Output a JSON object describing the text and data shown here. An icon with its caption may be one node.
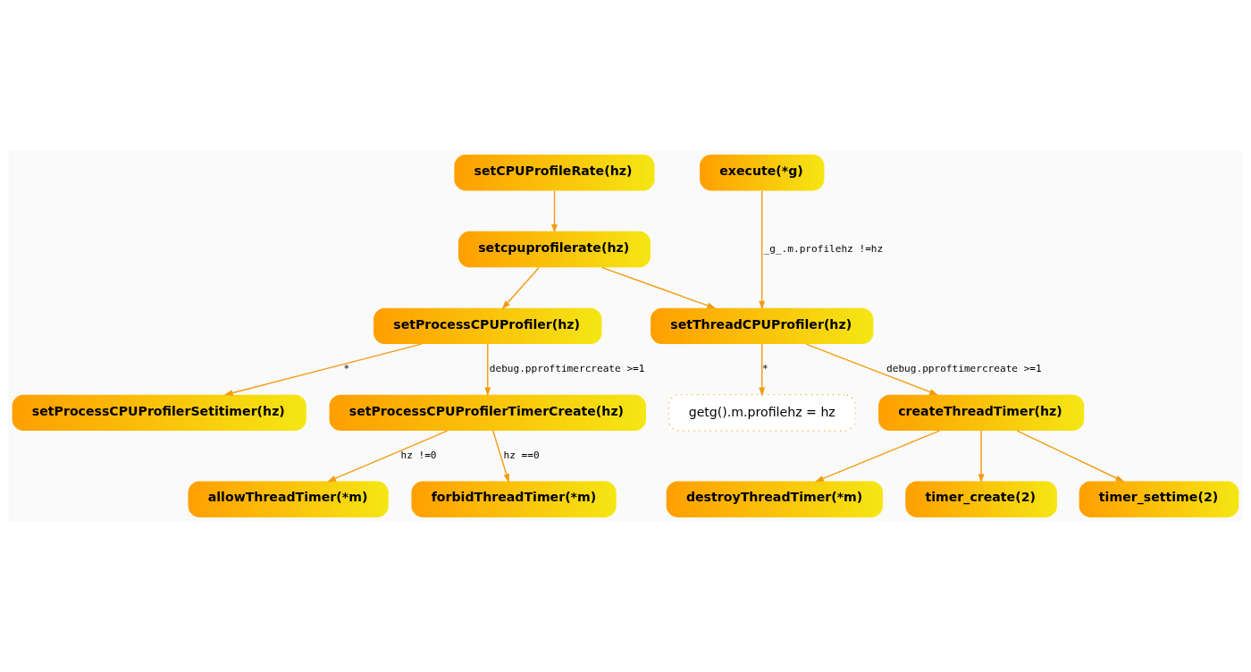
{
  "diagram": {
    "nodes": [
      {
        "text": [
          "setCPUProfileRate(hz)"
        ]
      },
      {
        "text": [
          "execute(*g)"
        ]
      },
      {
        "text": [
          "setcpuprofilerate(hz)"
        ]
      },
      {
        "text": [
          "setProcessCPUProfiler(hz)"
        ]
      },
      {
        "text": [
          "setThreadCPUProfiler(hz)"
        ]
      },
      {
        "text": [
          "setProcessCPUProfilerSetitimer(hz)"
        ]
      },
      {
        "text": [
          "setProcessCPUProfilerTimerCreate(hz)"
        ]
      },
      {
        "text": [
          "getg().m.profilehz = hz"
        ]
      },
      {
        "text": [
          "createThreadTimer(hz)"
        ]
      },
      {
        "text": [
          "allowThreadTimer(*m)"
        ]
      },
      {
        "text": [
          "forbidThreadTimer(*m)"
        ]
      },
      {
        "text": [
          "destroyThreadTimer(*m)"
        ]
      },
      {
        "text": [
          "timer_create(2)"
        ]
      },
      {
        "text": [
          "timer_settime(2)"
        ]
      }
    ],
    "edges": [
      {
        "from": 0,
        "to": 2,
        "arrow": "to"
      },
      {
        "from": 1,
        "to": 4,
        "arrow": "to",
        "label": "_g_.m.profilehz !=hz"
      },
      {
        "from": 2,
        "to": 3,
        "arrow": "to"
      },
      {
        "from": 2,
        "to": 4,
        "arrow": "to"
      },
      {
        "from": 3,
        "to": 5,
        "arrow": "to",
        "label": "*"
      },
      {
        "from": 3,
        "to": 6,
        "arrow": "to",
        "label": "debug.pproftimercreate >=1"
      },
      {
        "from": 4,
        "to": 7,
        "arrow": "to",
        "label": "*"
      },
      {
        "from": 4,
        "to": 8,
        "arrow": "to",
        "label": "debug.pproftimercreate >=1"
      },
      {
        "from": 6,
        "to": 9,
        "arrow": "to",
        "label": "hz !=0"
      },
      {
        "from": 6,
        "to": 10,
        "arrow": "to",
        "label": "hz ==0"
      },
      {
        "from": 8,
        "to": 11,
        "arrow": "to"
      },
      {
        "from": 8,
        "to": 12,
        "arrow": "to"
      },
      {
        "from": 8,
        "to": 13,
        "arrow": "to"
      }
    ]
  }
}
